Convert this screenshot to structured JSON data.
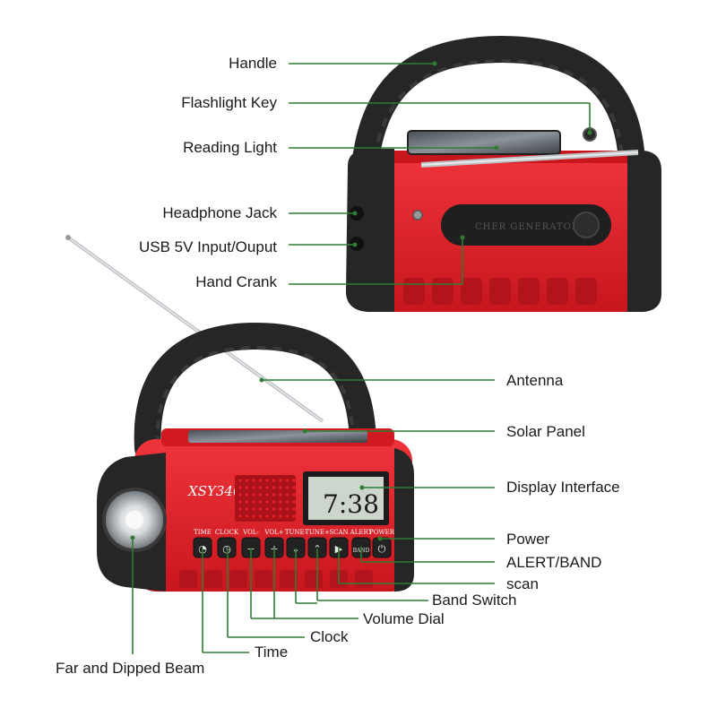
{
  "radio": {
    "brand": "XSY340",
    "clock": "7:38",
    "crank_text": "CHER GENERATOR",
    "buttons": [
      "TIME",
      "CLOCK",
      "VOL-",
      "VOL+",
      "TUNE-",
      "TUNE+",
      "SCAN",
      "ALERT",
      "POWER"
    ],
    "band_key": "BAND"
  },
  "labels": {
    "handle": "Handle",
    "flashlight_key": "Flashlight Key",
    "reading_light": "Reading Light",
    "headphone_jack": "Headphone Jack",
    "usb": "USB 5V Input/Ouput",
    "hand_crank": "Hand Crank",
    "antenna": "Antenna",
    "solar_panel": "Solar Panel",
    "display_interface": "Display Interface",
    "power": "Power",
    "alert_band": "ALERT/BAND",
    "scan": "scan",
    "band_switch": "Band Switch",
    "volume_dial": "Volume Dial",
    "clock": "Clock",
    "time": "Time",
    "beam": "Far and Dipped Beam"
  },
  "colors": {
    "leader": "#2e7d32",
    "body_red": "#e4222a",
    "dark_red": "#b3141b",
    "rubber": "#262626",
    "lcd": "#cdd6cc"
  }
}
